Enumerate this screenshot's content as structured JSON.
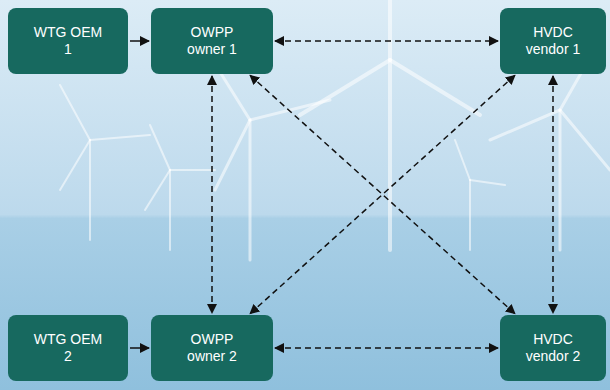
{
  "diagram": {
    "nodes": [
      {
        "text": [
          "WTG OEM 1"
        ]
      },
      {
        "text": [
          "OWPP owner 1"
        ]
      },
      {
        "text": [
          "HVDC vendor 1"
        ]
      },
      {
        "text": [
          "WTG OEM 2"
        ]
      },
      {
        "text": [
          "OWPP owner 2"
        ]
      },
      {
        "text": [
          "HVDC vendor 2"
        ]
      }
    ],
    "edges": [
      {
        "from": 0,
        "to": 1,
        "arrow": "to"
      },
      {
        "from": 3,
        "to": 4,
        "arrow": "to"
      },
      {
        "from": 1,
        "to": 2,
        "arrow": "both"
      },
      {
        "from": 4,
        "to": 5,
        "arrow": "both"
      },
      {
        "from": 1,
        "to": 4,
        "arrow": "both"
      },
      {
        "from": 2,
        "to": 5,
        "arrow": "both"
      },
      {
        "from": 1,
        "to": 5,
        "arrow": "both"
      },
      {
        "from": 2,
        "to": 4,
        "arrow": "both"
      }
    ]
  }
}
